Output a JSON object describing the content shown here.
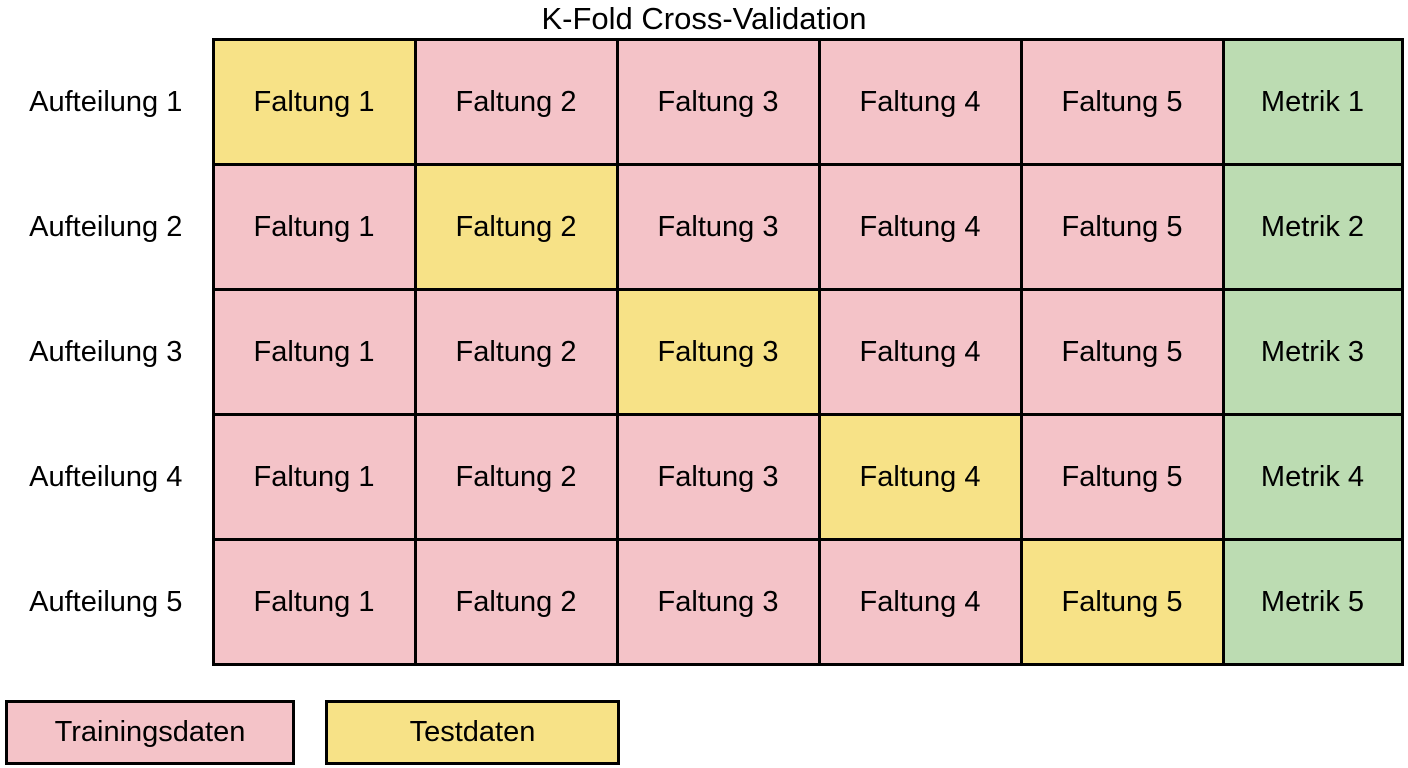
{
  "title": "K-Fold Cross-Validation",
  "colors": {
    "training": "#f4c3c8",
    "test": "#f7e287",
    "metric": "#bcdcb2",
    "border": "#000000",
    "background": "#ffffff",
    "text": "#000000"
  },
  "table": {
    "rows": [
      {
        "label": "Aufteilung 1",
        "cells": [
          {
            "text": "Faltung 1",
            "type": "test"
          },
          {
            "text": "Faltung 2",
            "type": "training"
          },
          {
            "text": "Faltung 3",
            "type": "training"
          },
          {
            "text": "Faltung 4",
            "type": "training"
          },
          {
            "text": "Faltung 5",
            "type": "training"
          },
          {
            "text": "Metrik 1",
            "type": "metric"
          }
        ]
      },
      {
        "label": "Aufteilung 2",
        "cells": [
          {
            "text": "Faltung 1",
            "type": "training"
          },
          {
            "text": "Faltung 2",
            "type": "test"
          },
          {
            "text": "Faltung 3",
            "type": "training"
          },
          {
            "text": "Faltung 4",
            "type": "training"
          },
          {
            "text": "Faltung 5",
            "type": "training"
          },
          {
            "text": "Metrik 2",
            "type": "metric"
          }
        ]
      },
      {
        "label": "Aufteilung 3",
        "cells": [
          {
            "text": "Faltung 1",
            "type": "training"
          },
          {
            "text": "Faltung 2",
            "type": "training"
          },
          {
            "text": "Faltung 3",
            "type": "test"
          },
          {
            "text": "Faltung 4",
            "type": "training"
          },
          {
            "text": "Faltung 5",
            "type": "training"
          },
          {
            "text": "Metrik 3",
            "type": "metric"
          }
        ]
      },
      {
        "label": "Aufteilung 4",
        "cells": [
          {
            "text": "Faltung 1",
            "type": "training"
          },
          {
            "text": "Faltung 2",
            "type": "training"
          },
          {
            "text": "Faltung 3",
            "type": "training"
          },
          {
            "text": "Faltung 4",
            "type": "test"
          },
          {
            "text": "Faltung 5",
            "type": "training"
          },
          {
            "text": "Metrik 4",
            "type": "metric"
          }
        ]
      },
      {
        "label": "Aufteilung 5",
        "cells": [
          {
            "text": "Faltung 1",
            "type": "training"
          },
          {
            "text": "Faltung 2",
            "type": "training"
          },
          {
            "text": "Faltung 3",
            "type": "training"
          },
          {
            "text": "Faltung 4",
            "type": "training"
          },
          {
            "text": "Faltung 5",
            "type": "test"
          },
          {
            "text": "Metrik 5",
            "type": "metric"
          }
        ]
      }
    ]
  },
  "legend": [
    {
      "label": "Trainingsdaten",
      "type": "training"
    },
    {
      "label": "Testdaten",
      "type": "test"
    }
  ]
}
